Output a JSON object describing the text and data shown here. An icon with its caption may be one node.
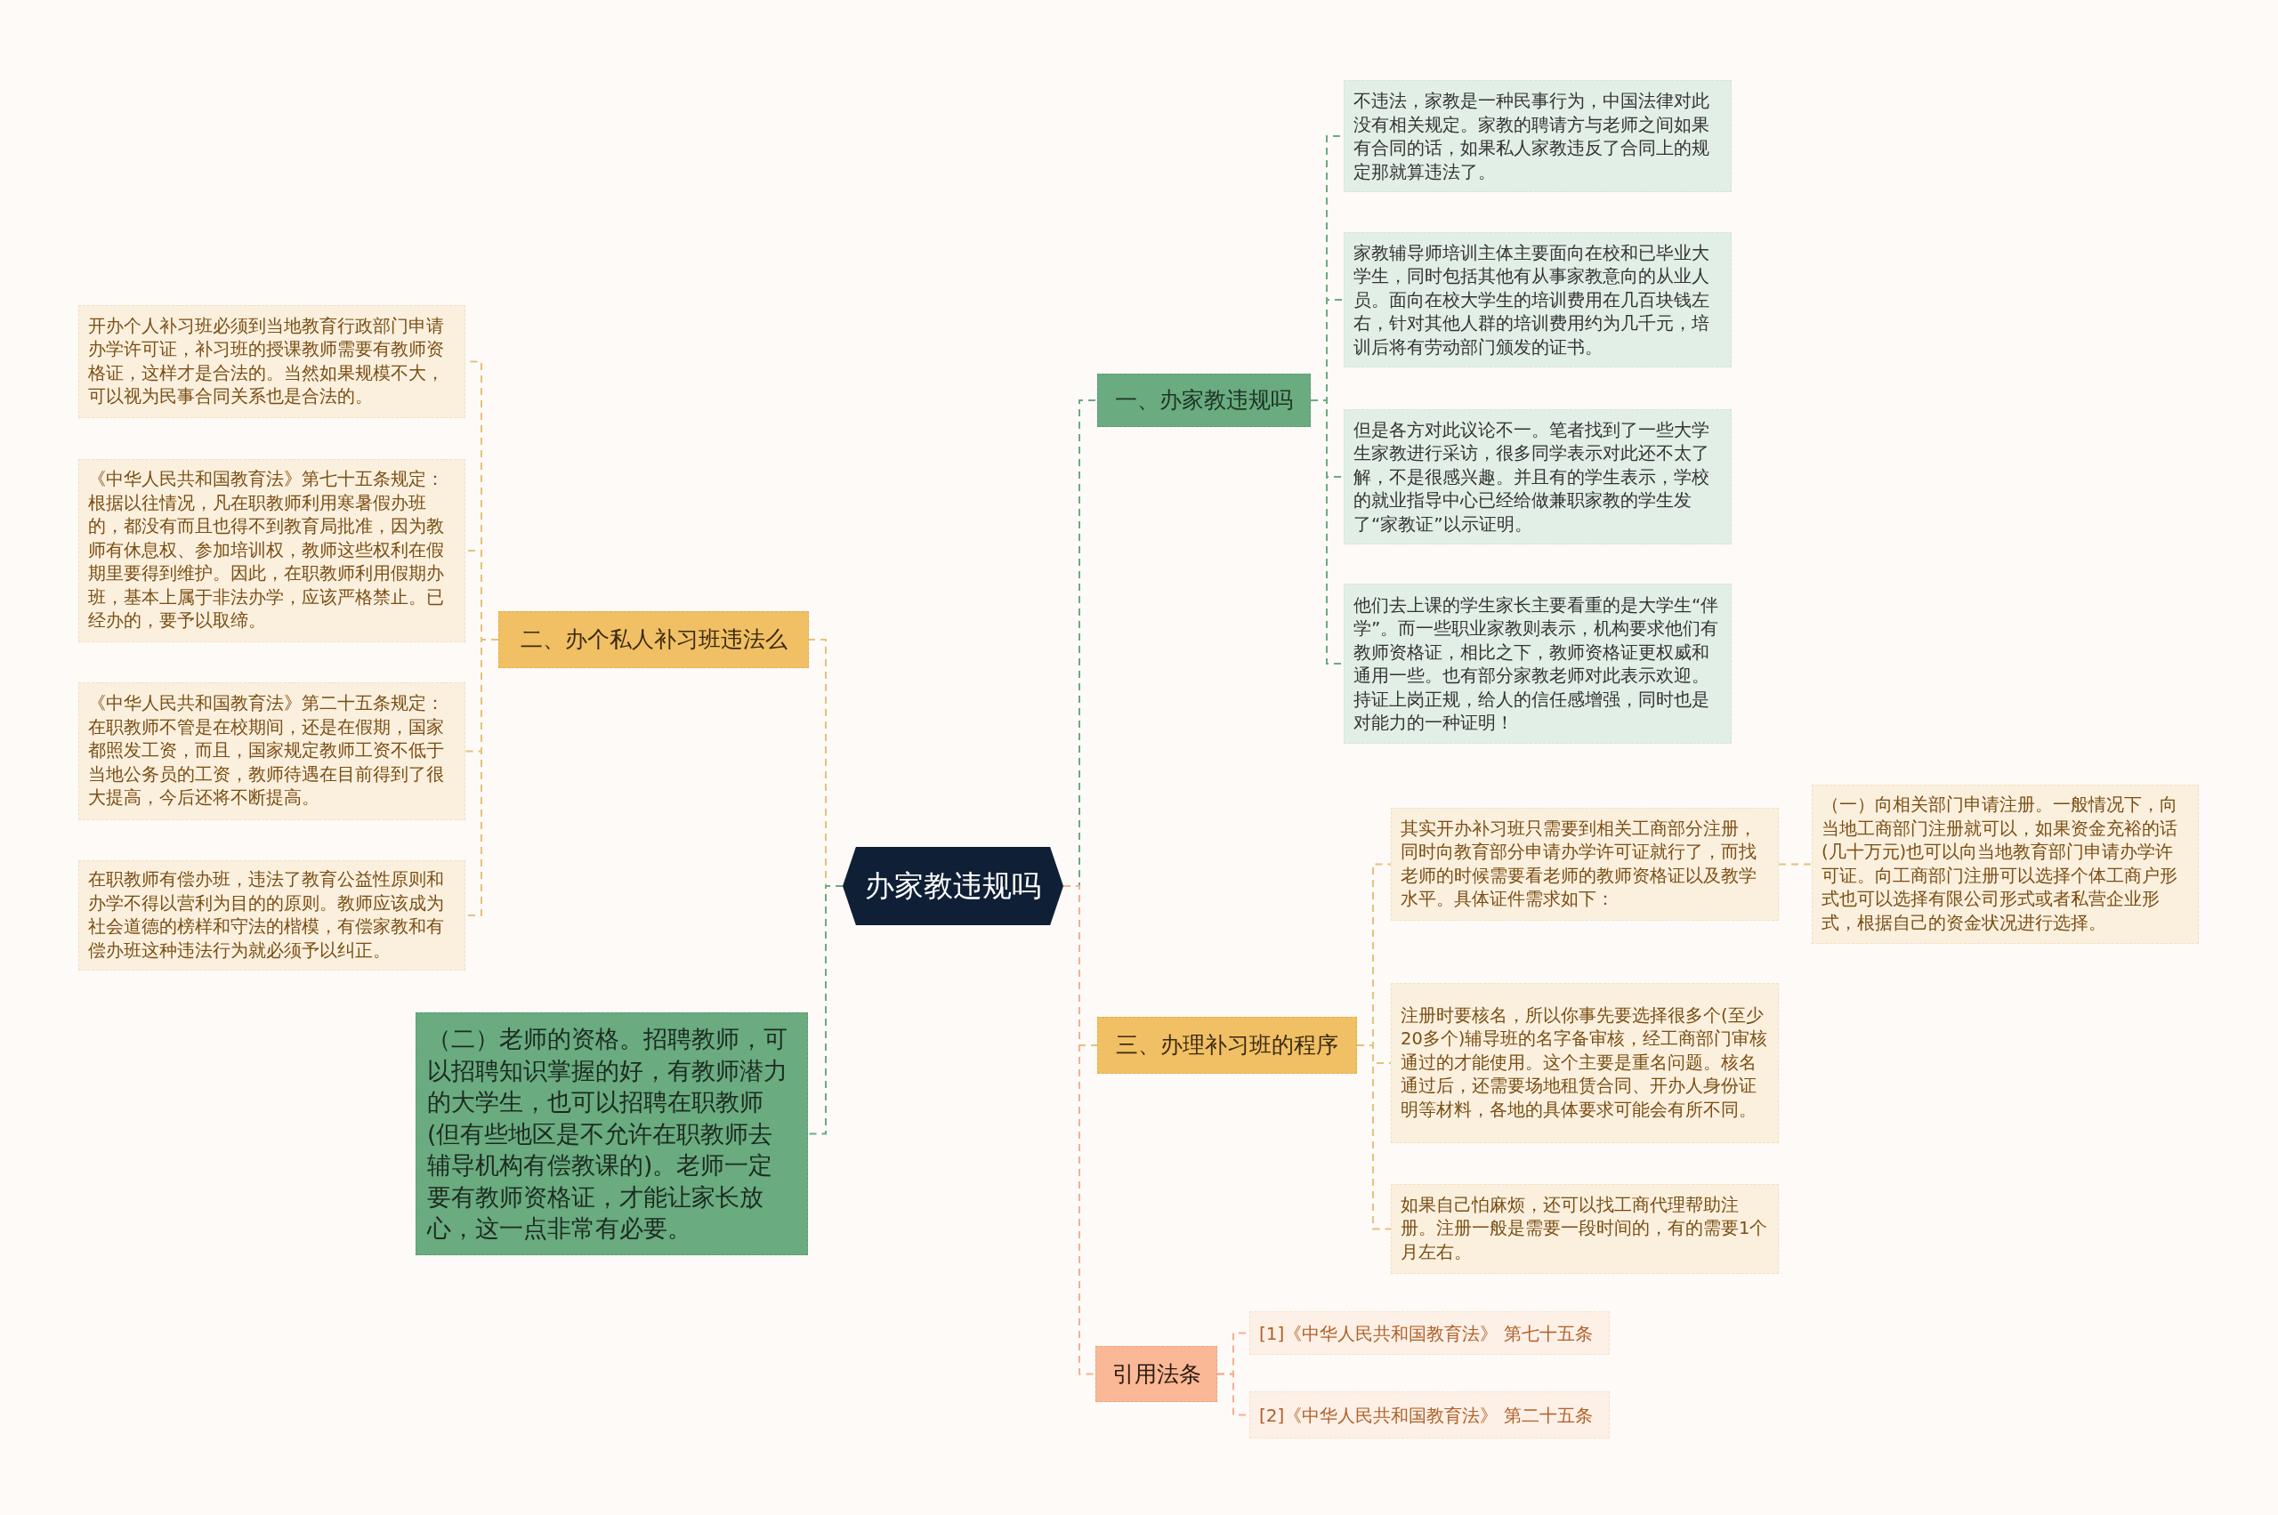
{
  "diagram": {
    "nodes": [
      {
        "text": [
          "办家教违规吗"
        ]
      },
      {
        "text": [
          "一、办家教违规吗"
        ]
      },
      {
        "text": [
          "不违法，家教是一种民事行为，中国法律对此没有相关规定。家教的聘请方与老师之间如果有合同的话，如果私人家教违反了合同上的规定那就算违法了。"
        ]
      },
      {
        "text": [
          "家教辅导师培训主体主要面向在校和已毕业大学生，同时包括其他有从事家教意向的从业人员。面向在校大学生的培训费用在几百块钱左右，针对其他人群的培训费用约为几千元，培训后将有劳动部门颁发的证书。"
        ]
      },
      {
        "text": [
          "但是各方对此议论不一。笔者找到了一些大学生家教进行采访，很多同学表示对此还不太了解，不是很感兴趣。并且有的学生表示，学校的就业指导中心已经给做兼职家教的学生发了“家教证”以示证明。"
        ]
      },
      {
        "text": [
          "他们去上课的学生家长主要看重的是大学生“伴学”。而一些职业家教则表示，机构要求他们有教师资格证，相比之下，教师资格证更权威和通用一些。也有部分家教老师对此表示欢迎。持证上岗正规，给人的信任感增强，同时也是对能力的一种证明！"
        ]
      },
      {
        "text": [
          "二、办个私人补习班违法么"
        ]
      },
      {
        "text": [
          "开办个人补习班必须到当地教育行政部门申请办学许可证，补习班的授课教师需要有教师资格证，这样才是合法的。当然如果规模不大，可以视为民事合同关系也是合法的。"
        ]
      },
      {
        "text": [
          "《中华人民共和国教育法》第七十五条规定：根据以往情况，凡在职教师利用寒暑假办班的，都没有而且也得不到教育局批准，因为教师有休息权、参加培训权，教师这些权利在假期里要得到维护。因此，在职教师利用假期办班，基本上属于非法办学，应该严格禁止。已经办的，要予以取缔。"
        ]
      },
      {
        "text": [
          "《中华人民共和国教育法》第二十五条规定：在职教师不管是在校期间，还是在假期，国家都照发工资，而且，国家规定教师工资不低于当地公务员的工资，教师待遇在目前得到了很大提高，今后还将不断提高。"
        ]
      },
      {
        "text": [
          "在职教师有偿办班，违法了教育公益性原则和办学不得以营利为目的的原则。教师应该成为社会道德的榜样和守法的楷模，有偿家教和有偿办班这种违法行为就必须予以纠正。"
        ]
      },
      {
        "text": [
          "（二）老师的资格。招聘教师，可以招聘知识掌握的好，有教师潜力的大学生，也可以招聘在职教师(但有些地区是不允许在职教师去辅导机构有偿教课的)。老师一定要有教师资格证，才能让家长放心，这一点非常有必要。"
        ]
      },
      {
        "text": [
          "三、办理补习班的程序"
        ]
      },
      {
        "text": [
          "其实开办补习班只需要到相关工商部分注册，同时向教育部分申请办学许可证就行了，而找老师的时候需要看老师的教师资格证以及教学水平。具体证件需求如下："
        ]
      },
      {
        "text": [
          "（一）向相关部门申请注册。一般情况下，向当地工商部门注册就可以，如果资金充裕的话(几十万元)也可以向当地教育部门申请办学许可证。向工商部门注册可以选择个体工商户形式也可以选择有限公司形式或者私营企业形式，根据自己的资金状况进行选择。"
        ]
      },
      {
        "text": [
          "注册时要核名，所以你事先要选择很多个(至少20多个)辅导班的名字备审核，经工商部门审核通过的才能使用。这个主要是重名问题。核名通过后，还需要场地租赁合同、开办人身份证明等材料，各地的具体要求可能会有所不同。"
        ]
      },
      {
        "text": [
          "如果自己怕麻烦，还可以找工商代理帮助注册。注册一般是需要一段时间的，有的需要1个月左右。"
        ]
      },
      {
        "text": [
          "引用法条"
        ]
      },
      {
        "text": [
          "[1]《中华人民共和国教育法》 第七十五条"
        ]
      },
      {
        "text": [
          "[2]《中华人民共和国教育法》 第二十五条"
        ]
      }
    ],
    "edges": [
      {
        "from": 0,
        "to": 1,
        "arrow": "none",
        "style": "dashed",
        "color": "#6aab80"
      },
      {
        "from": 1,
        "to": 2,
        "arrow": "none",
        "style": "dashed",
        "color": "#6aab80"
      },
      {
        "from": 1,
        "to": 3,
        "arrow": "none",
        "style": "dashed",
        "color": "#6aab80"
      },
      {
        "from": 1,
        "to": 4,
        "arrow": "none",
        "style": "dashed",
        "color": "#6aab80"
      },
      {
        "from": 1,
        "to": 5,
        "arrow": "none",
        "style": "dashed",
        "color": "#6aab80"
      },
      {
        "from": 0,
        "to": 6,
        "arrow": "none",
        "style": "dashed"
      },
      {
        "from": 6,
        "to": 7,
        "arrow": "none",
        "style": "dashed"
      },
      {
        "from": 6,
        "to": 8,
        "arrow": "none",
        "style": "dashed"
      },
      {
        "from": 6,
        "to": 9,
        "arrow": "none",
        "style": "dashed"
      },
      {
        "from": 6,
        "to": 10,
        "arrow": "none",
        "style": "dashed"
      },
      {
        "from": 0,
        "to": 11,
        "arrow": "none",
        "style": "dashed",
        "color": "#6aab80"
      },
      {
        "from": 0,
        "to": 12,
        "arrow": "none",
        "style": "dashed"
      },
      {
        "from": 12,
        "to": 13,
        "arrow": "none",
        "style": "dashed"
      },
      {
        "from": 13,
        "to": 14,
        "arrow": "none",
        "style": "dashed"
      },
      {
        "from": 12,
        "to": 15,
        "arrow": "none",
        "style": "dashed"
      },
      {
        "from": 12,
        "to": 16,
        "arrow": "none",
        "style": "dashed"
      },
      {
        "from": 0,
        "to": 17,
        "arrow": "none",
        "style": "dashed",
        "color": "#f4b090"
      },
      {
        "from": 17,
        "to": 18,
        "arrow": "none",
        "style": "dashed",
        "color": "#f4b090"
      },
      {
        "from": 17,
        "to": 19,
        "arrow": "none",
        "style": "dashed",
        "color": "#f4b090"
      }
    ]
  }
}
